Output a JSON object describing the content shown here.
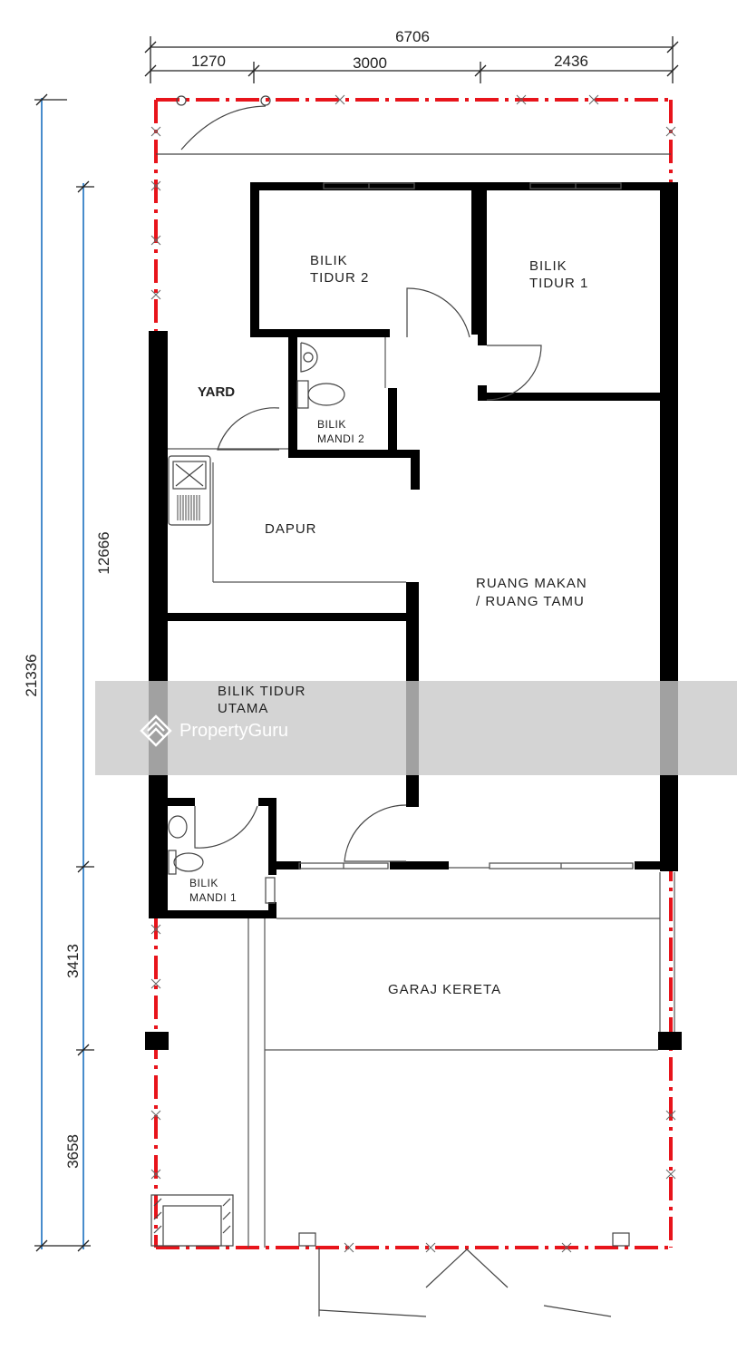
{
  "dimensions": {
    "total_width": "6706",
    "width_segment_1": "1270",
    "width_segment_2": "3000",
    "width_segment_3": "2436",
    "total_length": "21336",
    "length_building": "12666",
    "length_porch": "3413",
    "length_front": "3658"
  },
  "rooms": {
    "bilik_tidur_2": {
      "line1": "BILIK",
      "line2": "TIDUR 2"
    },
    "bilik_tidur_1": {
      "line1": "BILIK",
      "line2": "TIDUR 1"
    },
    "yard": "YARD",
    "bilik_mandi_2": {
      "line1": "BILIK",
      "line2": "MANDI 2"
    },
    "dapur": "DAPUR",
    "ruang_makan": {
      "line1": "RUANG MAKAN",
      "line2": "/ RUANG TAMU"
    },
    "bilik_tidur_utama": {
      "line1": "BILIK TIDUR",
      "line2": "UTAMA"
    },
    "bilik_mandi_1": {
      "line1": "BILIK",
      "line2": "MANDI 1"
    },
    "garaj_kereta": "GARAJ KERETA"
  },
  "watermark": {
    "brand": "PropertyGuru"
  },
  "colors": {
    "wall": "#000000",
    "boundary": "#e8141b",
    "dimension_line": "#1a6fbf",
    "thin_line": "#555555",
    "watermark_band": "#d2d2d2"
  }
}
